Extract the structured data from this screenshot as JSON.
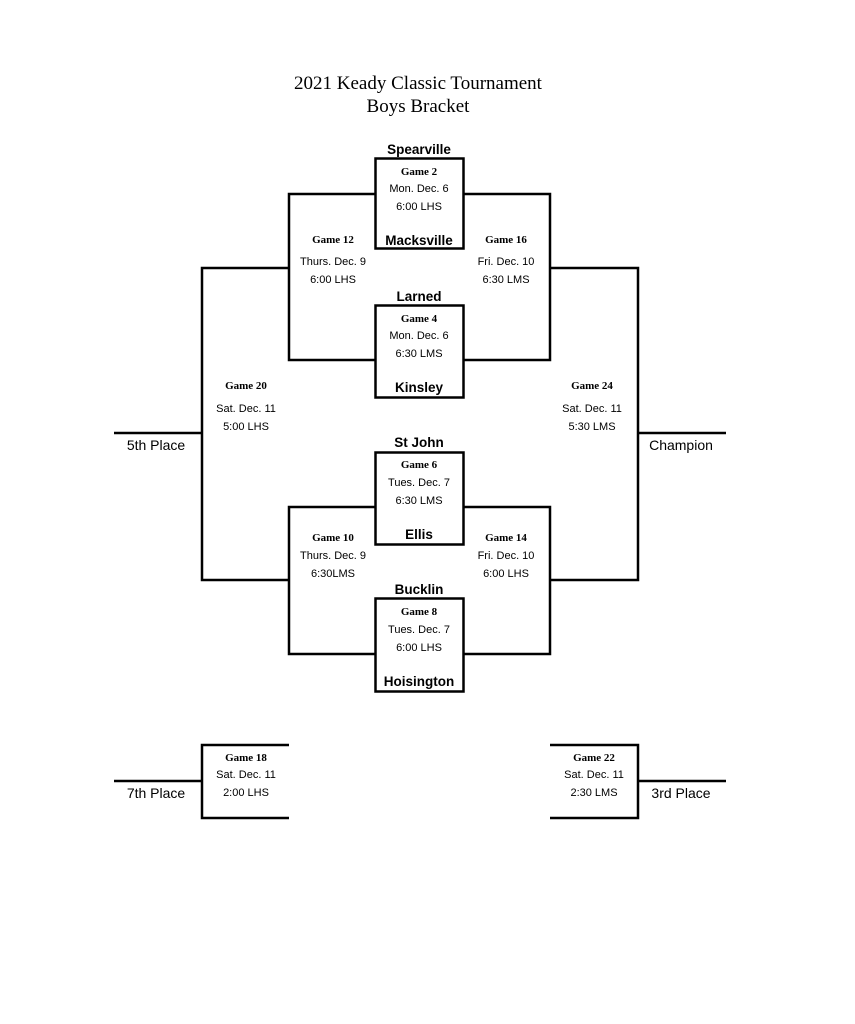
{
  "title": {
    "line1": "2021 Keady Classic Tournament",
    "line2": "Boys Bracket"
  },
  "teams": {
    "spearville": "Spearville",
    "macksville": "Macksville",
    "larned": "Larned",
    "kinsley": "Kinsley",
    "st_john": "St John",
    "ellis": "Ellis",
    "bucklin": "Bucklin",
    "hoisington": "Hoisington"
  },
  "games": {
    "g2": {
      "name": "Game 2",
      "date": "Mon. Dec. 6",
      "time": "6:00 LHS"
    },
    "g4": {
      "name": "Game 4",
      "date": "Mon. Dec. 6",
      "time": "6:30 LMS"
    },
    "g6": {
      "name": "Game 6",
      "date": "Tues. Dec. 7",
      "time": "6:30 LMS"
    },
    "g8": {
      "name": "Game 8",
      "date": "Tues. Dec. 7",
      "time": "6:00 LHS"
    },
    "g10": {
      "name": "Game 10",
      "date": "Thurs. Dec. 9",
      "time": "6:30LMS"
    },
    "g12": {
      "name": "Game 12",
      "date": "Thurs. Dec. 9",
      "time": "6:00 LHS"
    },
    "g14": {
      "name": "Game 14",
      "date": "Fri. Dec. 10",
      "time": "6:00 LHS"
    },
    "g16": {
      "name": "Game 16",
      "date": "Fri. Dec. 10",
      "time": "6:30 LMS"
    },
    "g18": {
      "name": "Game 18",
      "date": "Sat. Dec. 11",
      "time": "2:00 LHS"
    },
    "g20": {
      "name": "Game 20",
      "date": "Sat. Dec. 11",
      "time": "5:00 LHS"
    },
    "g22": {
      "name": "Game 22",
      "date": "Sat. Dec. 11",
      "time": "2:30 LMS"
    },
    "g24": {
      "name": "Game 24",
      "date": "Sat. Dec. 11",
      "time": "5:30 LMS"
    }
  },
  "places": {
    "fifth": "5th Place",
    "champion": "Champion",
    "seventh": "7th Place",
    "third": "3rd Place"
  }
}
